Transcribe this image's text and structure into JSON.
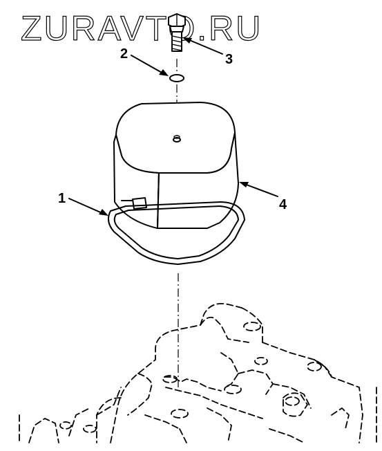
{
  "watermark": {
    "text": "ZURAVTO.RU"
  },
  "callouts": [
    {
      "label": "1",
      "part": "gasket"
    },
    {
      "label": "2",
      "part": "o-ring"
    },
    {
      "label": "3",
      "part": "bolt"
    },
    {
      "label": "4",
      "part": "cover"
    }
  ],
  "colors": {
    "ink": "#000000",
    "background": "#ffffff"
  }
}
